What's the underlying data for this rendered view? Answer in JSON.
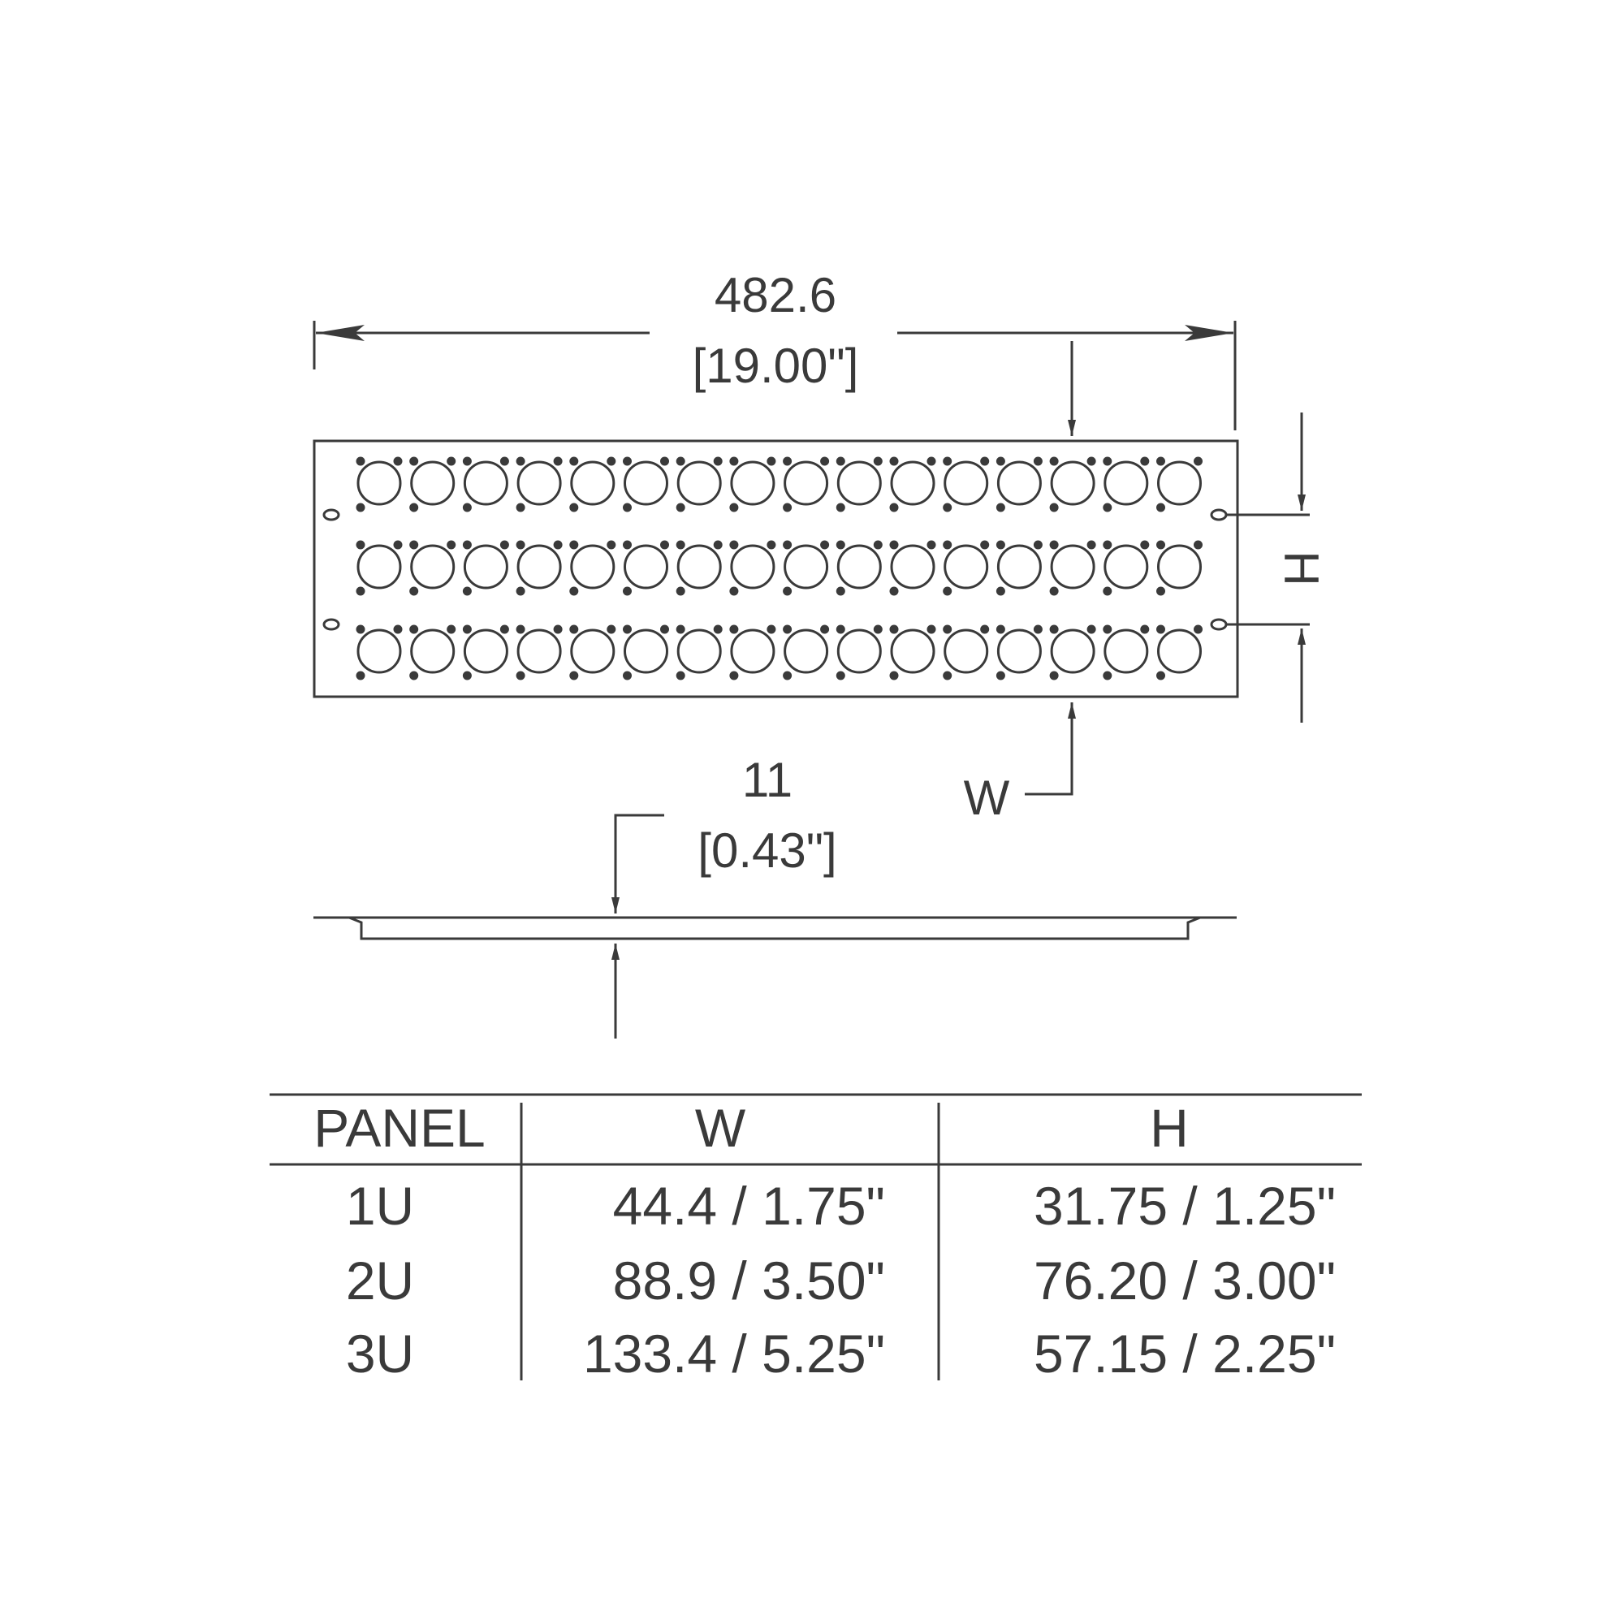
{
  "front_view": {
    "width_mm": "482.6",
    "width_in": "[19.00\"]",
    "height_label": "H",
    "width_label": "W",
    "connector_rows": 3,
    "connector_columns": 16
  },
  "side_view": {
    "depth_mm": "11",
    "depth_in": "[0.43\"]"
  },
  "dimension_table": {
    "headers": [
      "PANEL",
      "W",
      "H"
    ],
    "rows": [
      [
        "1U",
        "44.4 / 1.75\"",
        "31.75 / 1.25\""
      ],
      [
        "2U",
        "88.9 / 3.50\"",
        "76.20 / 3.00\""
      ],
      [
        "3U",
        "133.4 / 5.25\"",
        "57.15 / 2.25\""
      ]
    ]
  },
  "colors": {
    "line": "#3a3a3a"
  }
}
